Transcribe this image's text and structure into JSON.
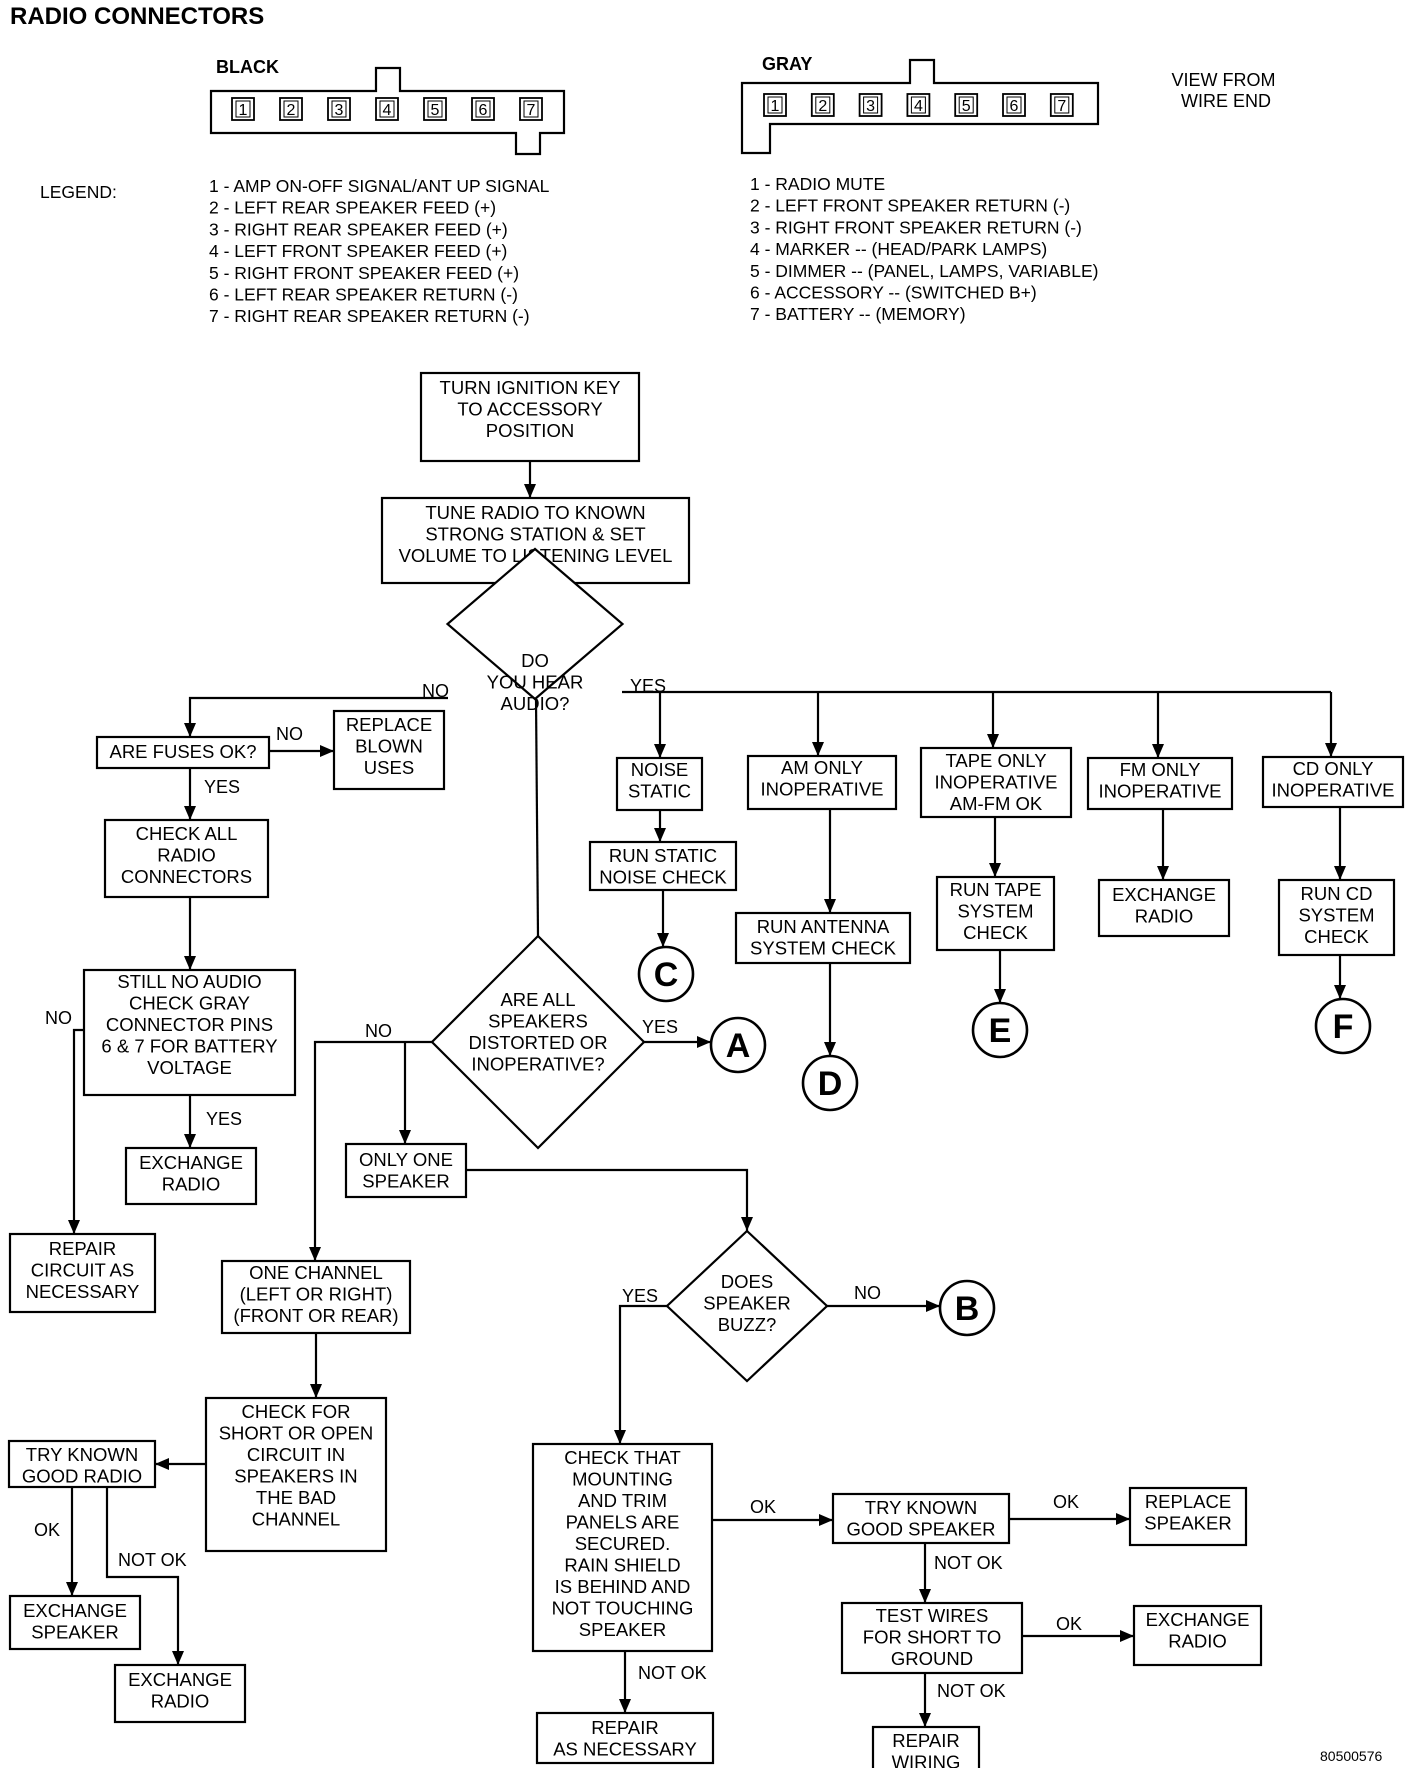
{
  "title": "RADIO CONNECTORS",
  "connectors": {
    "black": {
      "name": "BLACK",
      "pins": [
        "1",
        "2",
        "3",
        "4",
        "5",
        "6",
        "7"
      ]
    },
    "gray": {
      "name": "GRAY",
      "pins": [
        "1",
        "2",
        "3",
        "4",
        "5",
        "6",
        "7"
      ]
    },
    "view_note": [
      "VIEW FROM",
      "WIRE END"
    ]
  },
  "legend": {
    "label": "LEGEND:",
    "black": [
      "1 - AMP ON-OFF SIGNAL/ANT UP SIGNAL",
      "2 - LEFT REAR SPEAKER FEED (+)",
      "3 - RIGHT REAR SPEAKER FEED (+)",
      "4 - LEFT FRONT SPEAKER FEED (+)",
      "5 - RIGHT FRONT SPEAKER FEED (+)",
      "6 - LEFT REAR SPEAKER RETURN (-)",
      "7 - RIGHT REAR SPEAKER RETURN (-)"
    ],
    "gray": [
      "1 - RADIO MUTE",
      "2 - LEFT FRONT SPEAKER RETURN (-)",
      "3 - RIGHT FRONT SPEAKER RETURN (-)",
      "4 - MARKER -- (HEAD/PARK LAMPS)",
      "5 - DIMMER -- (PANEL, LAMPS, VARIABLE)",
      "6 - ACCESSORY -- (SWITCHED B+)",
      "7 - BATTERY -- (MEMORY)"
    ]
  },
  "nodes": {
    "ignition": [
      "TURN IGNITION KEY",
      "TO ACCESSORY",
      "POSITION"
    ],
    "tune": [
      "TUNE RADIO TO KNOWN",
      "STRONG STATION & SET",
      "VOLUME TO LISTENING LEVEL"
    ],
    "hear_audio": [
      "DO",
      "YOU HEAR",
      "AUDIO?"
    ],
    "fuses": [
      "ARE FUSES OK?"
    ],
    "replace_fuses": [
      "REPLACE",
      "BLOWN",
      "USES"
    ],
    "check_connectors": [
      "CHECK ALL",
      "RADIO",
      "CONNECTORS"
    ],
    "still_no_audio": [
      "STILL NO AUDIO",
      "CHECK GRAY",
      "CONNECTOR PINS",
      "6 & 7 FOR BATTERY",
      "VOLTAGE"
    ],
    "exchange_radio_1": [
      "EXCHANGE",
      "RADIO"
    ],
    "repair_circuit": [
      "REPAIR",
      "CIRCUIT AS",
      "NECESSARY"
    ],
    "noise_static": [
      "NOISE",
      "STATIC"
    ],
    "run_static": [
      "RUN STATIC",
      "NOISE CHECK"
    ],
    "am_only": [
      "AM ONLY",
      "INOPERATIVE"
    ],
    "run_antenna": [
      "RUN ANTENNA",
      "SYSTEM CHECK"
    ],
    "tape_only": [
      "TAPE ONLY",
      "INOPERATIVE",
      "AM-FM OK"
    ],
    "run_tape": [
      "RUN TAPE",
      "SYSTEM",
      "CHECK"
    ],
    "fm_only": [
      "FM ONLY",
      "INOPERATIVE"
    ],
    "exchange_radio_2": [
      "EXCHANGE",
      "RADIO"
    ],
    "cd_only": [
      "CD ONLY",
      "INOPERATIVE"
    ],
    "run_cd": [
      "RUN CD",
      "SYSTEM",
      "CHECK"
    ],
    "all_speakers": [
      "ARE ALL",
      "SPEAKERS",
      "DISTORTED OR",
      "INOPERATIVE?"
    ],
    "only_one": [
      "ONLY ONE",
      "SPEAKER"
    ],
    "one_channel": [
      "ONE CHANNEL",
      "(LEFT OR RIGHT)",
      "(FRONT OR REAR)"
    ],
    "check_short": [
      "CHECK FOR",
      "SHORT OR OPEN",
      "CIRCUIT IN",
      "SPEAKERS IN",
      "THE BAD",
      "CHANNEL"
    ],
    "try_radio": [
      "TRY KNOWN",
      "GOOD RADIO"
    ],
    "exchange_speaker_1": [
      "EXCHANGE",
      "SPEAKER"
    ],
    "exchange_radio_3": [
      "EXCHANGE",
      "RADIO"
    ],
    "speaker_buzz": [
      "DOES",
      "SPEAKER",
      "BUZZ?"
    ],
    "check_mounting": [
      "CHECK THAT",
      "MOUNTING",
      "AND TRIM",
      "PANELS ARE",
      "SECURED.",
      "RAIN SHIELD",
      "IS BEHIND AND",
      "NOT TOUCHING",
      "SPEAKER"
    ],
    "repair_necessary": [
      "REPAIR",
      "AS NECESSARY"
    ],
    "try_speaker": [
      "TRY KNOWN",
      "GOOD SPEAKER"
    ],
    "replace_speaker": [
      "REPLACE",
      "SPEAKER"
    ],
    "test_wires": [
      "TEST WIRES",
      "FOR SHORT TO",
      "GROUND"
    ],
    "exchange_radio_4": [
      "EXCHANGE",
      "RADIO"
    ],
    "repair_wiring": [
      "REPAIR",
      "WIRING"
    ]
  },
  "connector_circles": {
    "A": "A",
    "B": "B",
    "C": "C",
    "D": "D",
    "E": "E",
    "F": "F"
  },
  "branch_labels": {
    "audio_no": "NO",
    "audio_yes": "YES",
    "fuses_no": "NO",
    "fuses_yes": "YES",
    "still_no": "NO",
    "still_yes": "YES",
    "speakers_no": "NO",
    "speakers_yes": "YES",
    "buzz_yes": "YES",
    "buzz_no": "NO",
    "radio_ok": "OK",
    "radio_not_ok": "NOT OK",
    "mounting_ok": "OK",
    "mounting_not_ok": "NOT OK",
    "speaker_ok": "OK",
    "speaker_not_ok": "NOT OK",
    "wires_ok": "OK",
    "wires_not_ok": "NOT OK"
  },
  "figure_id": "80500576"
}
